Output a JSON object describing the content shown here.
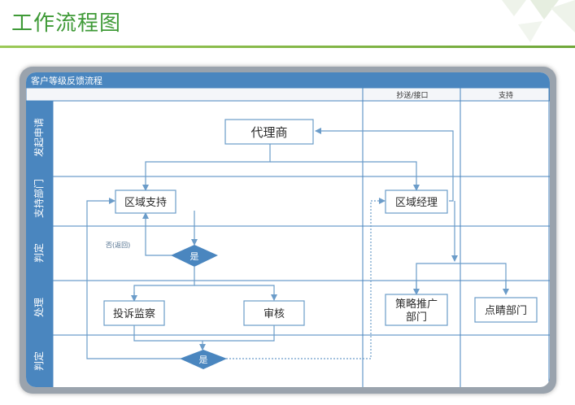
{
  "page": {
    "title": "工作流程图"
  },
  "diagram": {
    "title": "客户等级反馈流程",
    "column_headers": [
      "抄送/接口",
      "支持"
    ],
    "lanes": [
      "发起申请",
      "支持部门",
      "判定",
      "处理",
      "判定"
    ],
    "nodes": {
      "agent": "代理商",
      "regional_support": "区域支持",
      "regional_manager": "区域经理",
      "decision_1": "是",
      "decision_2": "是",
      "complaint": "投诉监察",
      "review": "审核",
      "strategy_1": "策略推广",
      "strategy_2": "部门",
      "dianjing": "点睛部门"
    },
    "edge_labels": {
      "return": "否(返回)"
    },
    "colors": {
      "header": "#4a86bf",
      "lane_band": "#4a86bf",
      "box_stroke": "#6b9cc9",
      "diamond": "#4a86bf",
      "connector": "#6b9cc9",
      "title_text": "#3f9a37"
    }
  }
}
